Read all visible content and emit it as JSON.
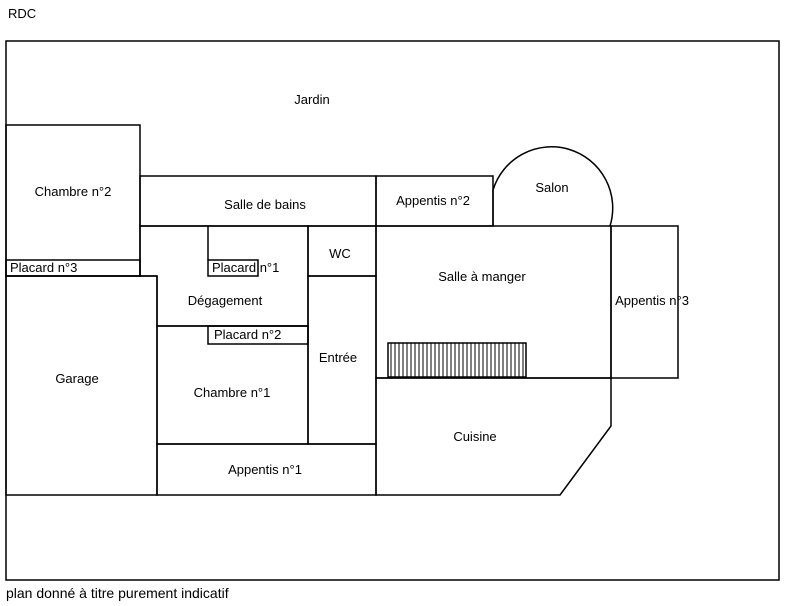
{
  "level": "RDC",
  "footer": "plan donné à titre purement indicatif",
  "rooms": {
    "jardin": "Jardin",
    "chambre2": "Chambre n°2",
    "salle_de_bains": "Salle de bains",
    "appentis2": "Appentis n°2",
    "salon": "Salon",
    "wc": "WC",
    "salle_a_manger": "Salle à manger",
    "appentis3": "Appentis n°3",
    "placard3": "Placard n°3",
    "placard1": "Placard n°1",
    "degagement": "Dégagement",
    "placard2": "Placard n°2",
    "entree": "Entrée",
    "garage": "Garage",
    "chambre1": "Chambre n°1",
    "cuisine": "Cuisine",
    "appentis1": "Appentis n°1"
  }
}
